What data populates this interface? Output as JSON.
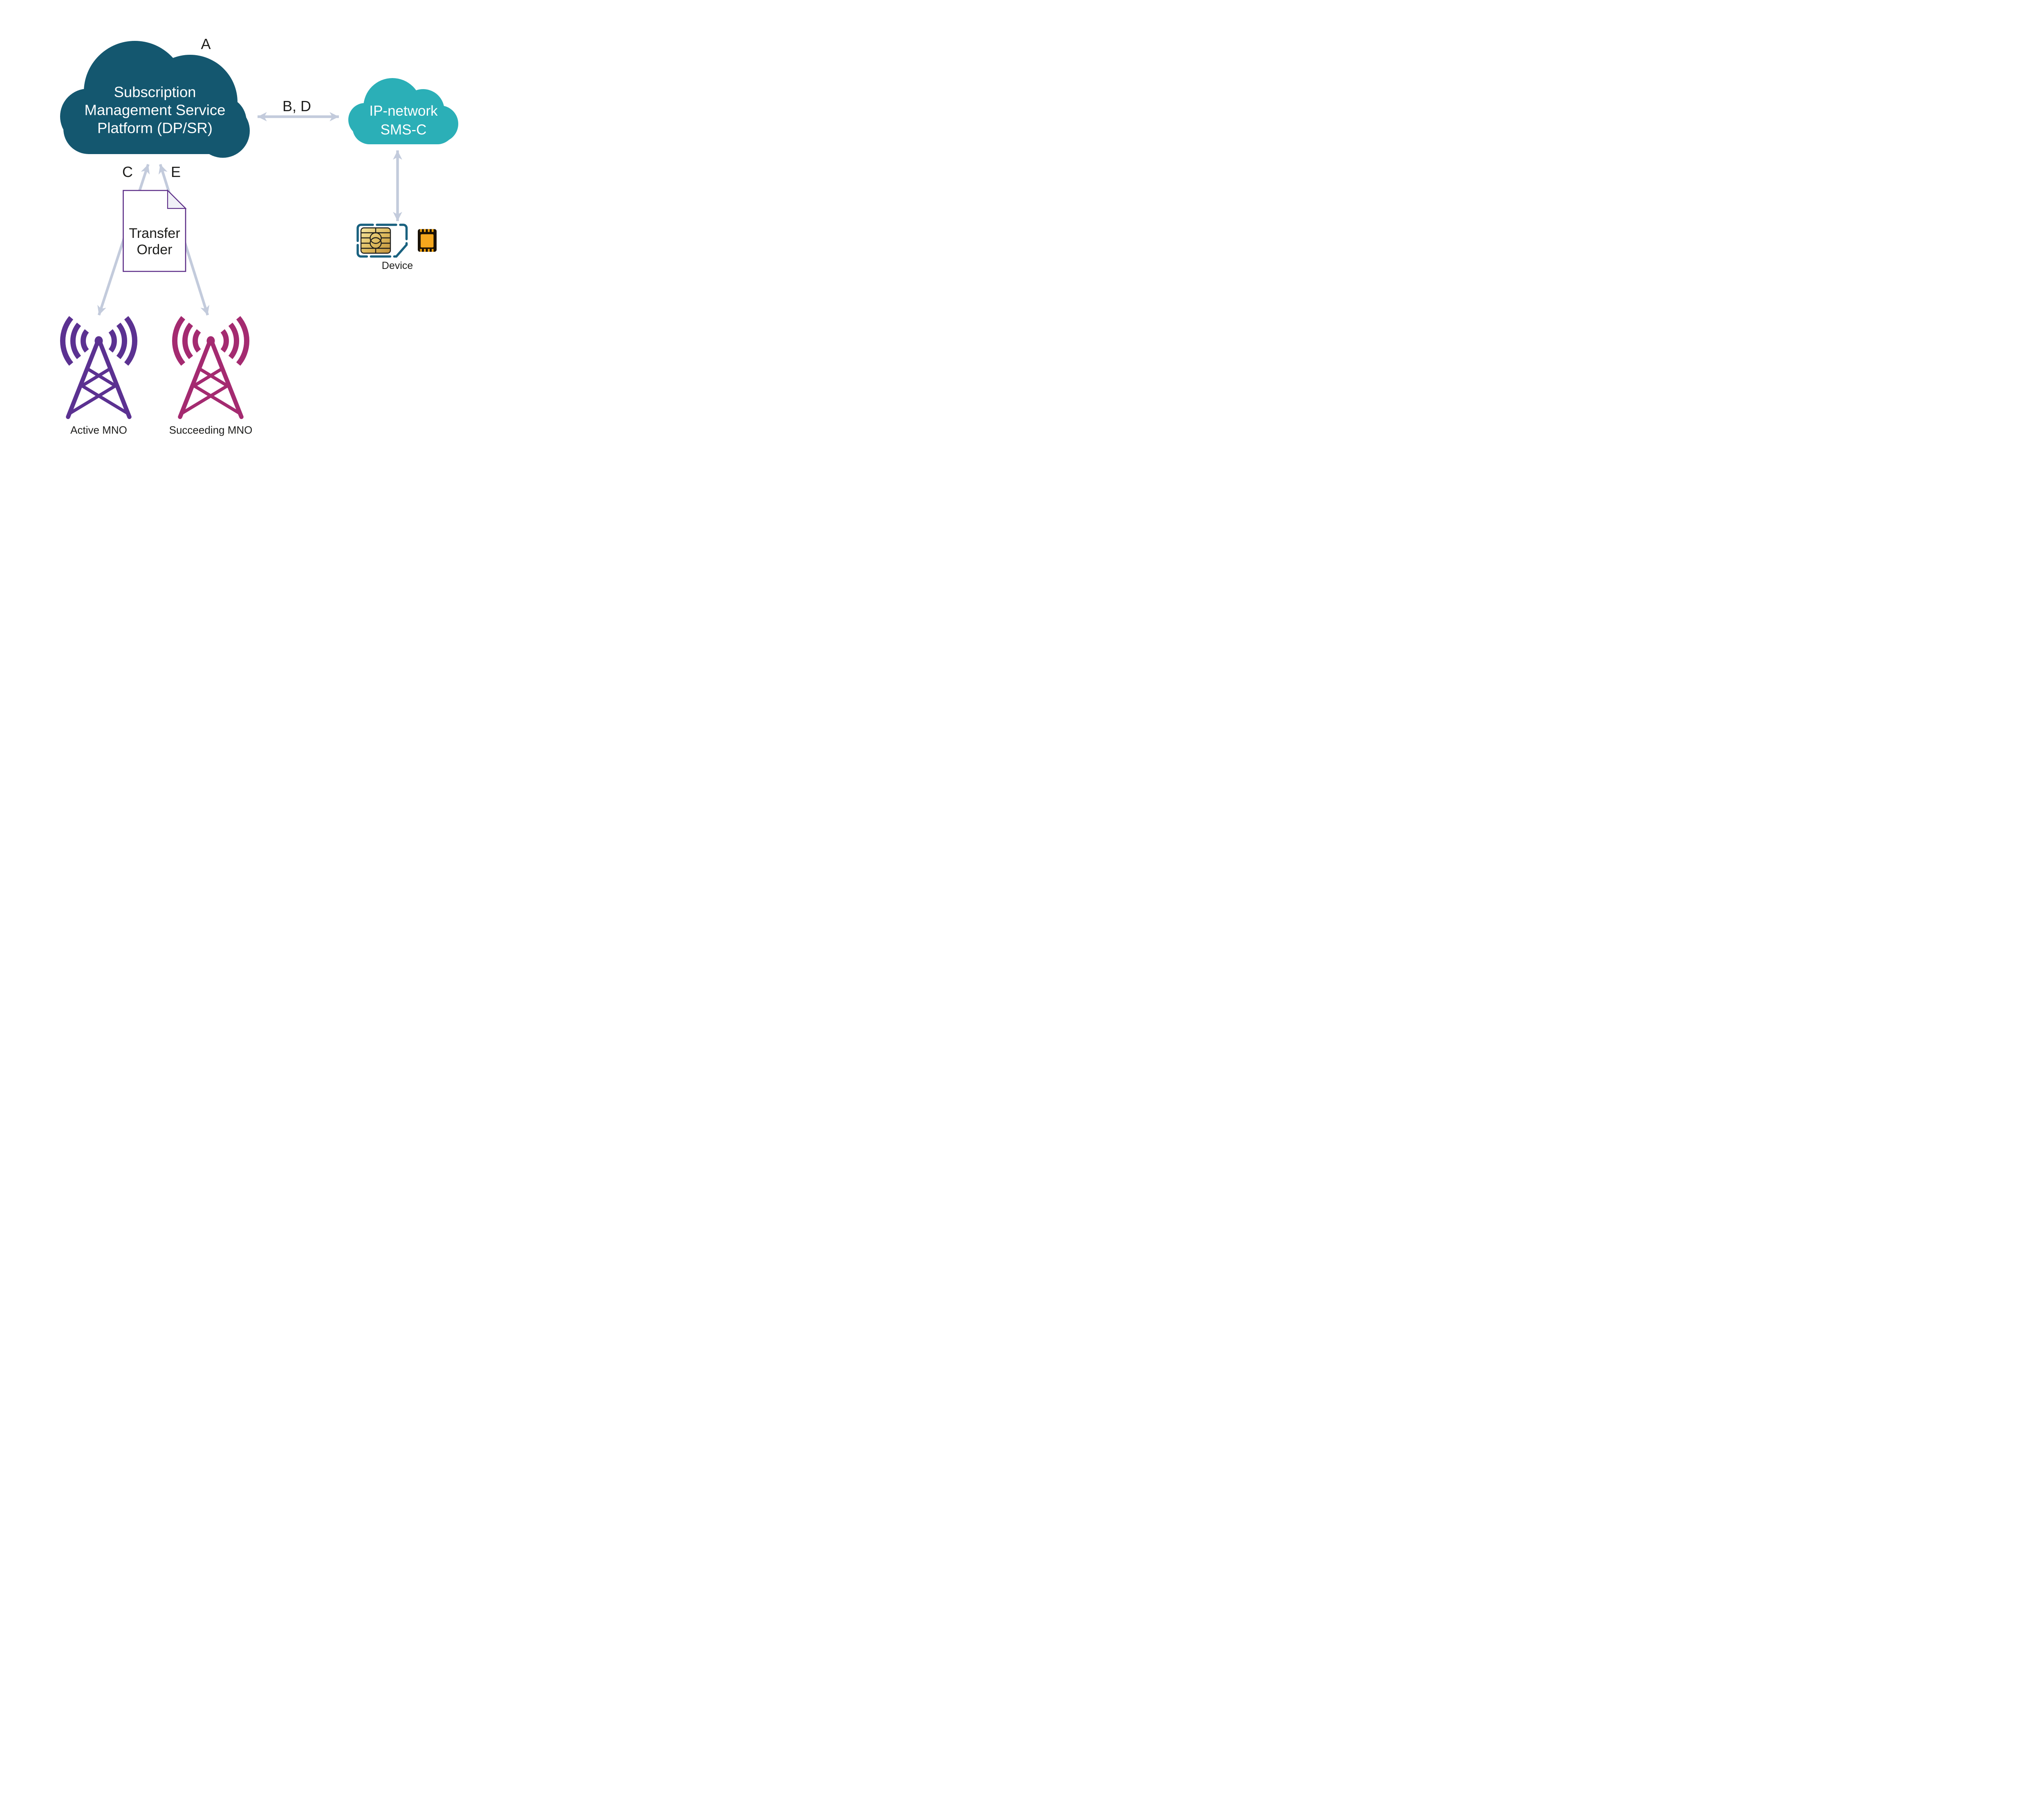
{
  "platform_cloud": {
    "line1": "Subscription",
    "line2": "Management Service",
    "line3": "Platform (DP/SR)"
  },
  "sms_cloud": {
    "line1": "IP-network",
    "line2": "SMS-C"
  },
  "flow_labels": {
    "a": "A",
    "bd": "B, D",
    "c": "C",
    "e": "E"
  },
  "document": {
    "line1": "Transfer",
    "line2": "Order"
  },
  "device": {
    "label": "Device"
  },
  "towers": {
    "active": {
      "label": "Active MNO"
    },
    "succeeding": {
      "label": "Succeeding MNO"
    }
  },
  "colors": {
    "platform_cloud": "#14576F",
    "sms_cloud": "#2BAFB7",
    "arrow": "#C3CBDC",
    "tower_active": "#5B3191",
    "tower_succeeding": "#A42A70",
    "document_outline": "#5C2D87",
    "document_fold": "#F0F0F7",
    "sim_outline": "#19617F",
    "sim_gold_light": "#F6E7A0",
    "sim_gold_dark": "#C0903A",
    "chip_orange": "#F2A20C",
    "label_text": "#1D1D1B",
    "cloud_text": "#FFFFFF"
  }
}
